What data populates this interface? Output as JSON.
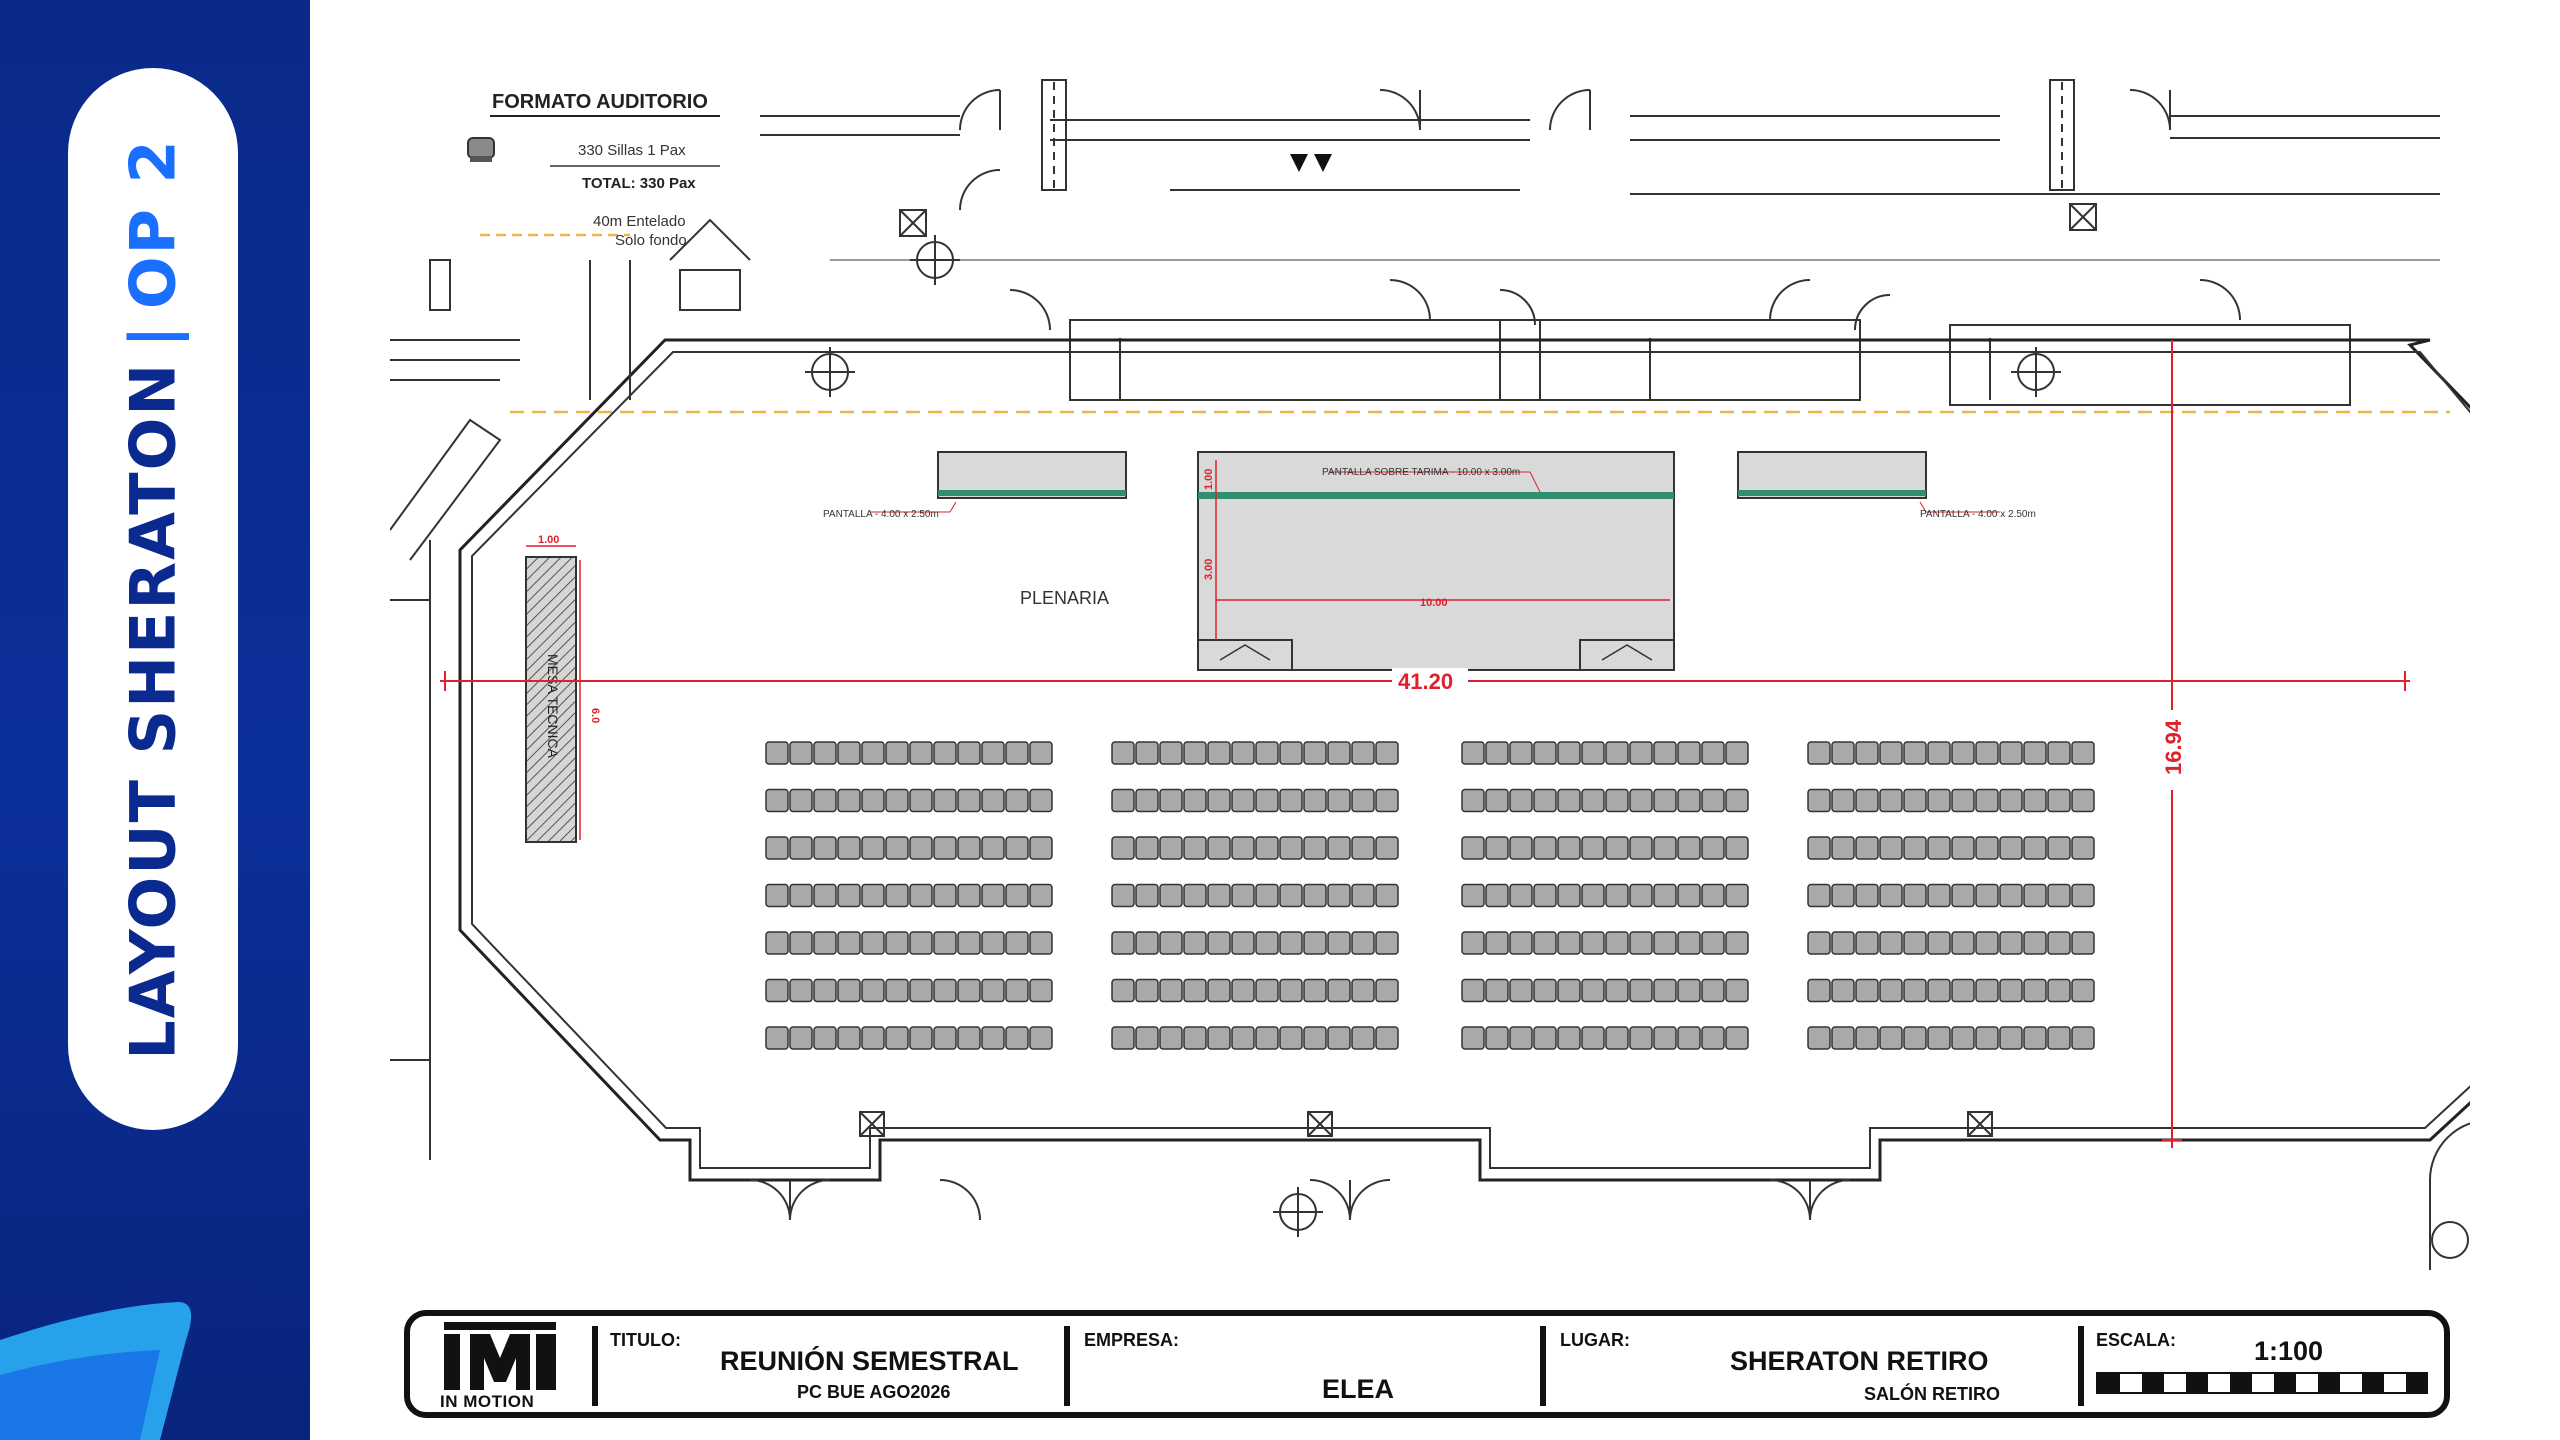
{
  "sidebar": {
    "title_main": "LAYOUT SHERATON",
    "title_sep": "|",
    "title_option": "OP 2",
    "colors": {
      "background": "#0b2f9a",
      "pill": "#ffffff",
      "text": "#0b2a8f",
      "accent": "#1b6fff"
    }
  },
  "legend": {
    "heading": "FORMATO AUDITORIO",
    "chair_icon": "chair-icon",
    "chairs_line": "330 Sillas 1 Pax",
    "total_line": "TOTAL: 330 Pax",
    "drape_line1": "40m Entelado",
    "drape_line2": "Solo fondo"
  },
  "plan": {
    "area_label": "PLENARIA",
    "main_screen_label": "PANTALLA SOBRE TARIMA  - 10.00 x 3.00m",
    "side_screen_label_left": "PANTALLA - 4.00 x 2.50m",
    "side_screen_label_right": "PANTALLA - 4.00 x 2.50m",
    "stage_depth": "3.00",
    "stage_screen_offset": "1.00",
    "stage_width": "10.00",
    "tech_desk_label": "MESA TECNICA",
    "tech_desk_width": "1.00",
    "tech_desk_length": "6.0",
    "room_length": "41.20",
    "room_width": "16.94",
    "seating": {
      "blocks": 4,
      "rows_per_block": 7,
      "chairs_per_row": 12
    },
    "colors": {
      "dimension": "#e0202a",
      "screen_band": "#2f8f6f",
      "stage_fill": "#d9d9d9",
      "drape_line": "#f0b24a"
    }
  },
  "titleblock": {
    "logo_text": "IN MOTION",
    "titulo_label": "TITULO:",
    "titulo_value": "REUNIÓN SEMESTRAL",
    "titulo_sub": "PC BUE AGO2026",
    "empresa_label": "EMPRESA:",
    "empresa_value": "ELEA",
    "lugar_label": "LUGAR:",
    "lugar_value": "SHERATON RETIRO",
    "lugar_sub": "SALÓN RETIRO",
    "escala_label": "ESCALA:",
    "escala_value": "1:100"
  }
}
